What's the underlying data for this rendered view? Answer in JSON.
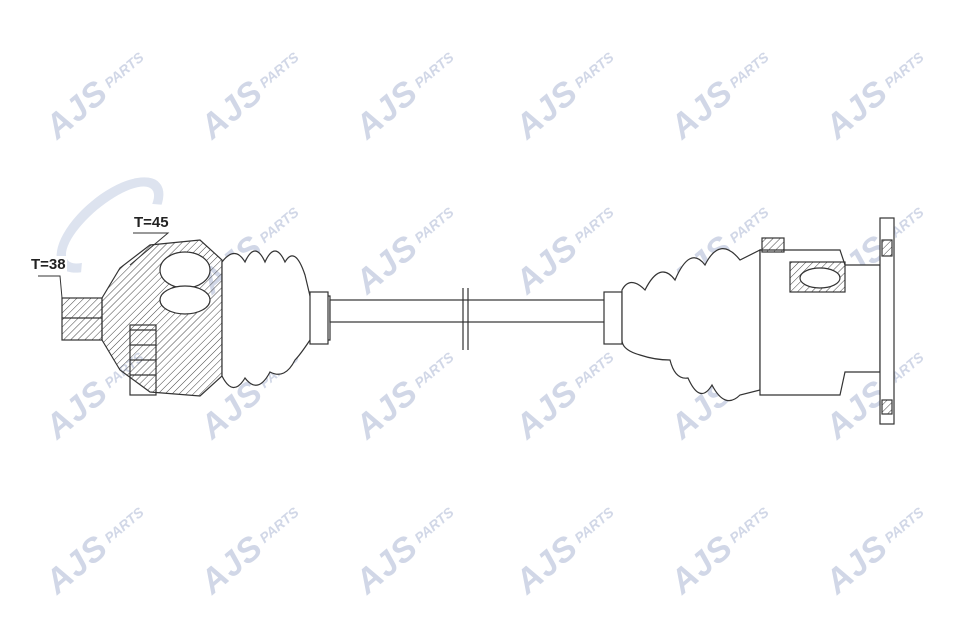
{
  "watermark": {
    "brand": "AJS",
    "suffix": "PARTS",
    "color": "#c9d1e3"
  },
  "labels": {
    "t_left": "T=38",
    "t_right": "T=45"
  },
  "drawing": {
    "line_color": "#333333",
    "subject": "drive-shaft"
  }
}
